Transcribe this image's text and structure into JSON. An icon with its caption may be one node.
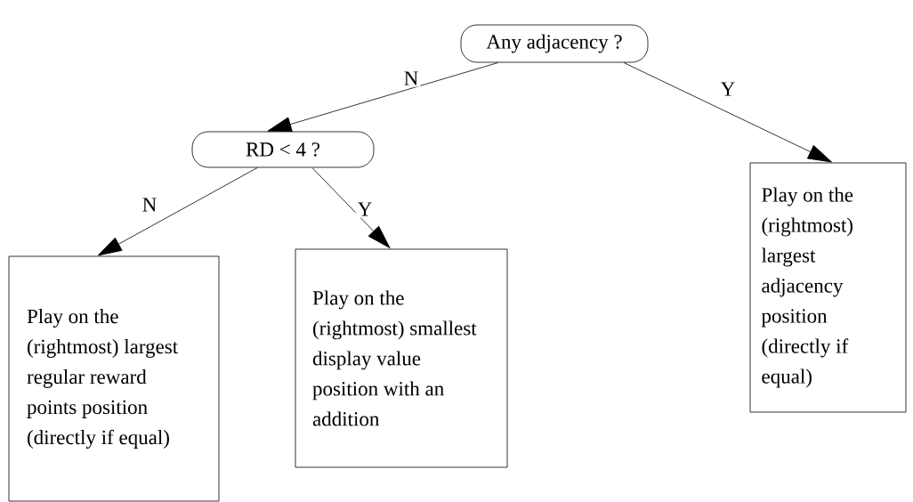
{
  "diagram": {
    "nodes": [
      {
        "text": [
          "Any adjacency ?"
        ]
      },
      {
        "text": [
          "RD < 4 ?"
        ]
      },
      {
        "text": [
          "Play on the (rightmost) largest regular reward points position (directly if equal)"
        ]
      },
      {
        "text": [
          "Play on the (rightmost) smallest display value position with an addition"
        ]
      },
      {
        "text": [
          "Play on the (rightmost) largest adjacency position (directly if equal)"
        ]
      }
    ],
    "edges": [
      {
        "from": 0,
        "to": 1,
        "arrow": "to",
        "label": "N"
      },
      {
        "from": 0,
        "to": 4,
        "arrow": "to",
        "label": "Y"
      },
      {
        "from": 1,
        "to": 2,
        "arrow": "to",
        "label": "N"
      },
      {
        "from": 1,
        "to": 3,
        "arrow": "to",
        "label": "Y"
      }
    ]
  }
}
